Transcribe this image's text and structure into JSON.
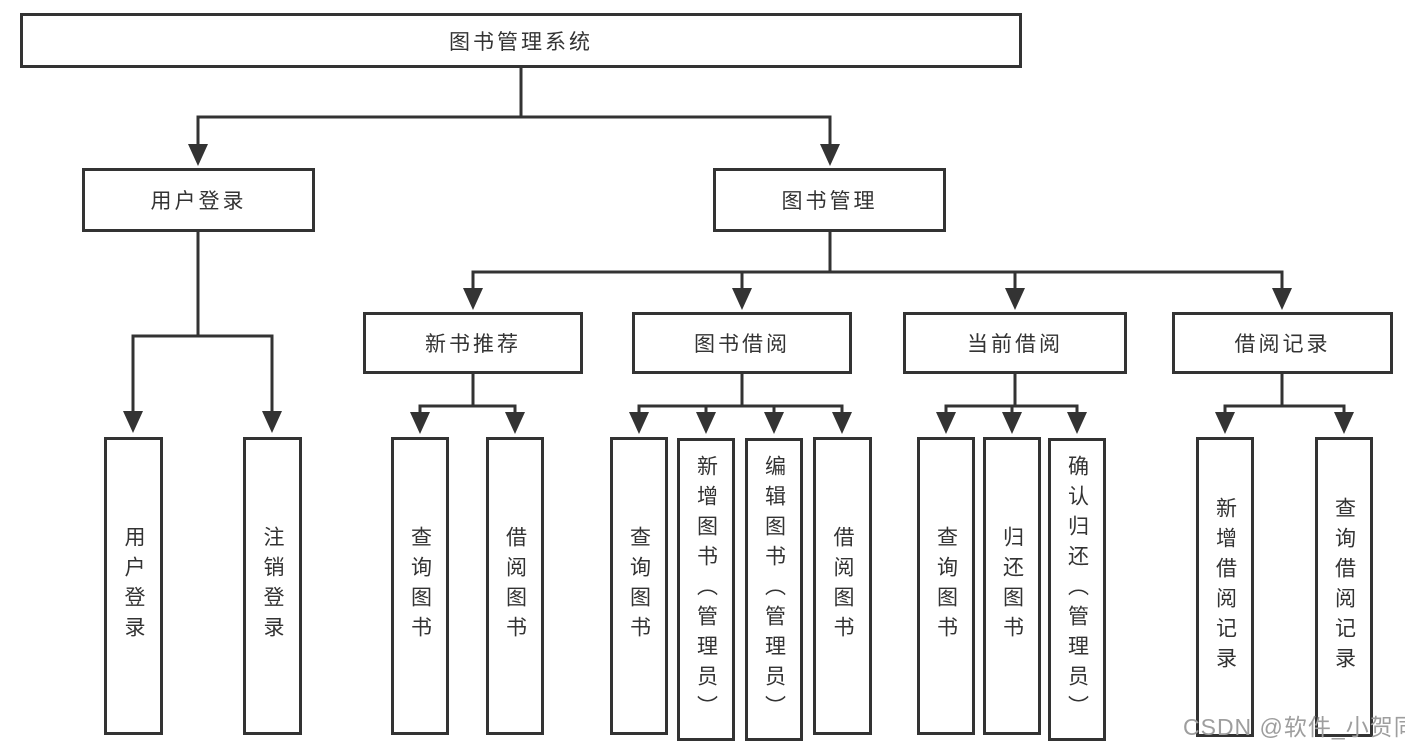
{
  "colors": {
    "line": "#333333",
    "box_background": "#ffffff",
    "text": "#333333",
    "watermark": "#9e9e9e"
  },
  "watermark": {
    "text": "CSDN @软件_小贺同学"
  },
  "tree": {
    "root": {
      "label": "图书管理系统"
    },
    "user_login": {
      "label": "用户登录",
      "children": [
        {
          "label": "用户登录"
        },
        {
          "label": "注销登录"
        }
      ]
    },
    "book_manage": {
      "label": "图书管理",
      "sections": [
        {
          "label": "新书推荐",
          "children": [
            {
              "label": "查询图书"
            },
            {
              "label": "借阅图书"
            }
          ]
        },
        {
          "label": "图书借阅",
          "children": [
            {
              "label": "查询图书"
            },
            {
              "label": "新增图书（管理员）"
            },
            {
              "label": "编辑图书（管理员）"
            },
            {
              "label": "借阅图书"
            }
          ]
        },
        {
          "label": "当前借阅",
          "children": [
            {
              "label": "查询图书"
            },
            {
              "label": "归还图书"
            },
            {
              "label": "确认归还（管理员）"
            }
          ]
        },
        {
          "label": "借阅记录",
          "children": [
            {
              "label": "新增借阅记录"
            },
            {
              "label": "查询借阅记录"
            }
          ]
        }
      ]
    }
  }
}
